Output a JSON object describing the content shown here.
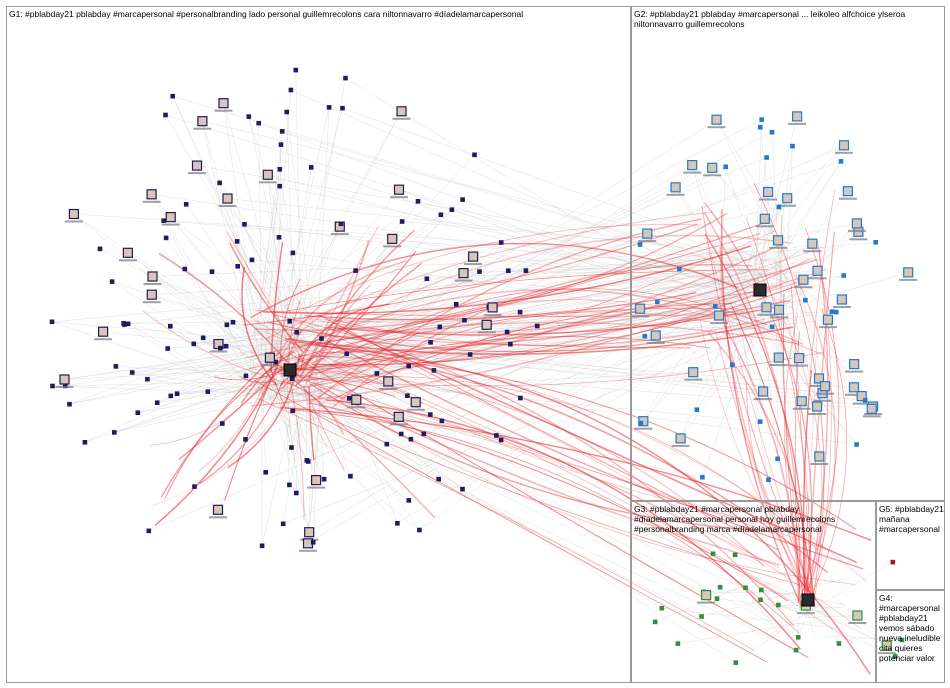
{
  "groups": [
    {
      "id": "G1",
      "label": "G1: #pblabday21 pblabday #marcapersonal #personalbranding lado personal guillemrecolons cara niltonnavarro #díadelamarcapersonal"
    },
    {
      "id": "G2",
      "label": "G2: #pblabday21 pblabday #marcapersonal ... leikoleo alfchoice ylseroa\nniltonnavarro guillemrecolons"
    },
    {
      "id": "G3",
      "label": "G3: #pblabday21 #marcapersonal pblabday\n#díadelamarcapersonal personal hoy guillemrecolons\n#personalbranding marca #díadelamarcapersonal"
    },
    {
      "id": "G4",
      "label": "G4:\n#marcapersonal\n#pblabday21\nvemos sábado\nnueva ineludible\ncita quieres\npotenciar valor"
    },
    {
      "id": "G5",
      "label": "G5: #pblabday21\nmañana\n#marcapersonal"
    }
  ],
  "colors": {
    "edge_strong": "#e8242a",
    "edge_faint": "#c9c9c9",
    "node_g1": "#1d1d5e",
    "node_g2": "#1f7ad1",
    "node_g3": "#2f8f3f",
    "node_g5": "#b0102a",
    "box_border": "#9a9a9a"
  }
}
